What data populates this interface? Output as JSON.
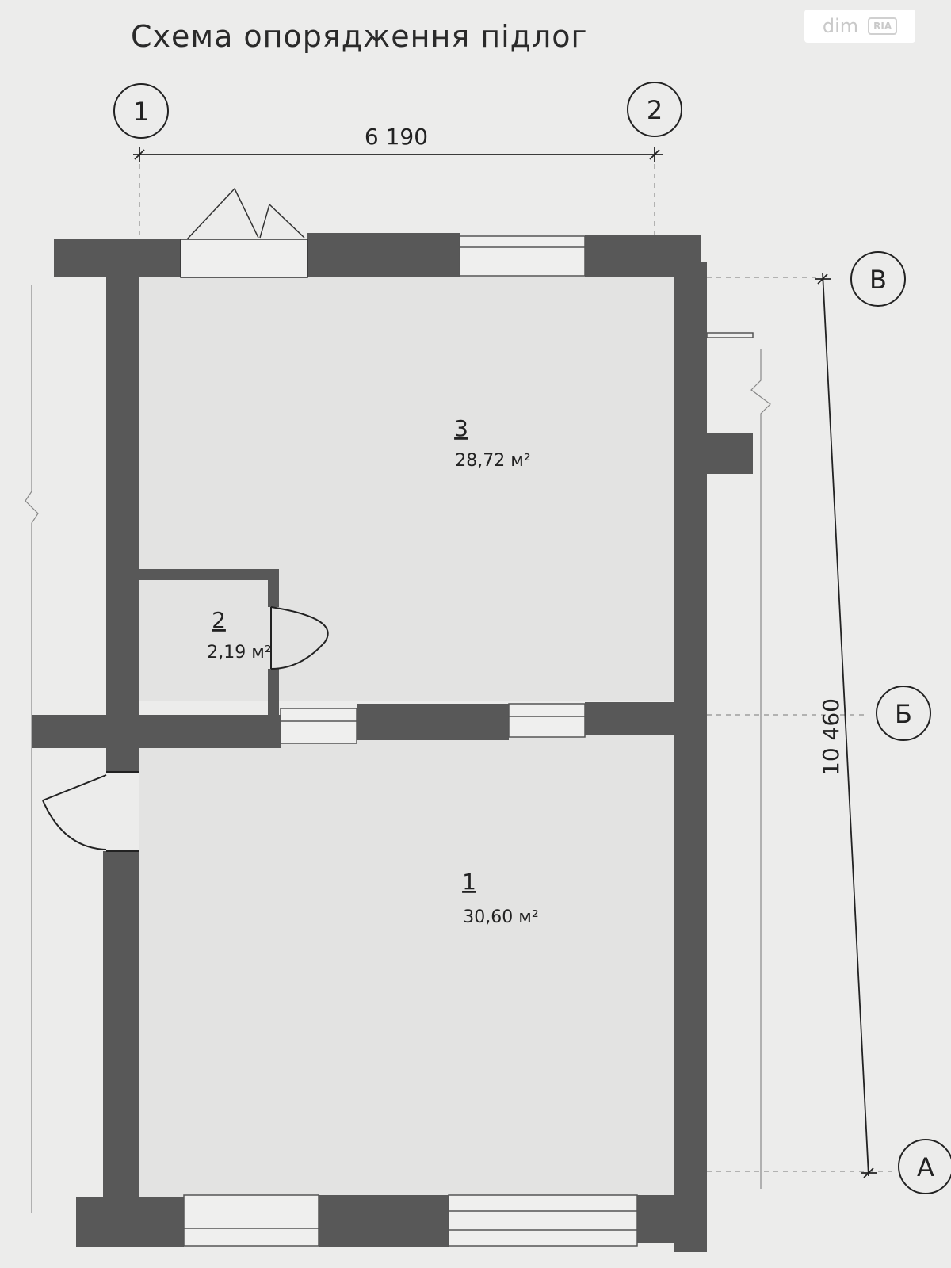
{
  "title": "Схема опорядження підлог",
  "watermark": {
    "brand_a": "dim",
    "brand_b": "RIA"
  },
  "grid_axes": {
    "columns": [
      "1",
      "2"
    ],
    "rows": [
      "В",
      "Б",
      "А"
    ]
  },
  "dimensions": {
    "width": "6 190",
    "height": "10 460"
  },
  "rooms": [
    {
      "number": "3",
      "area": "28,72 м²"
    },
    {
      "number": "2",
      "area": "2,19 м²"
    },
    {
      "number": "1",
      "area": "30,60 м²"
    }
  ],
  "colors": {
    "wall": "#585858",
    "floor": "#e3e3e2",
    "line": "#222222",
    "paper": "#ececeb"
  },
  "icons": {
    "door_swing": "door-swing-icon",
    "window": "window-icon"
  }
}
